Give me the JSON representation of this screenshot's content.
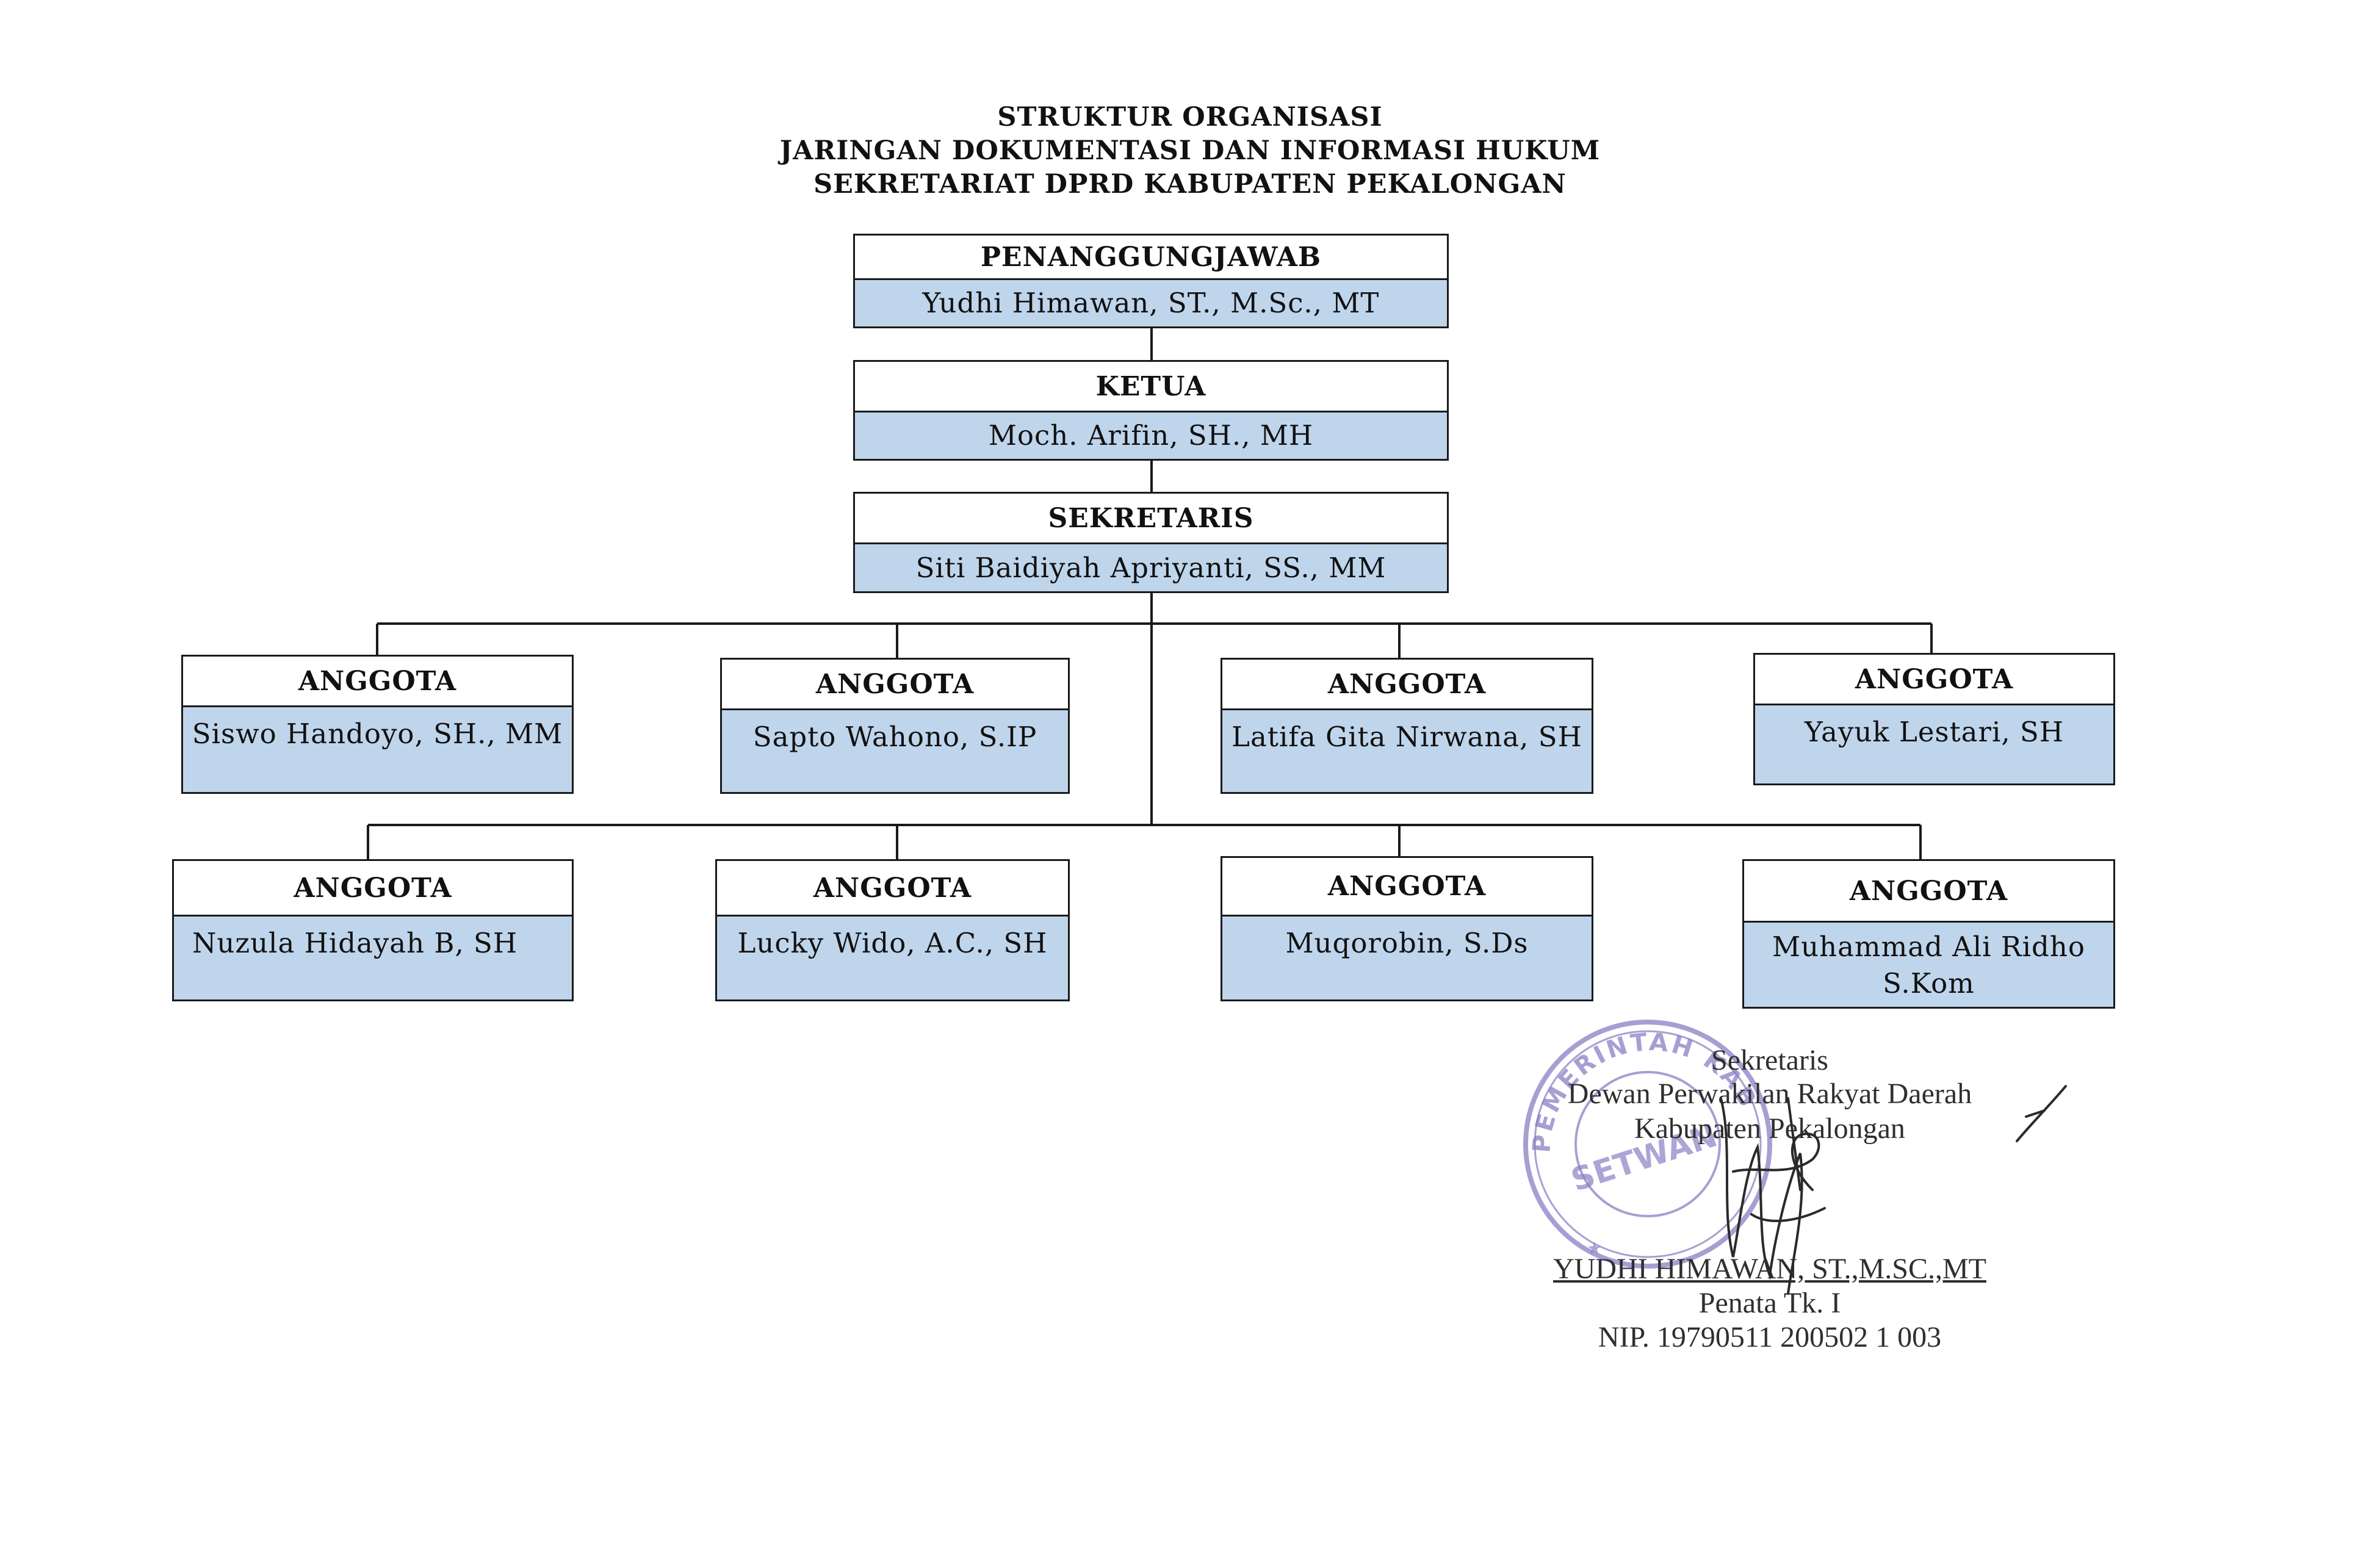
{
  "title": {
    "line1": "STRUKTUR ORGANISASI",
    "line2": "JARINGAN DOKUMENTASI DAN INFORMASI HUKUM",
    "line3": "SEKRETARIAT DPRD KABUPATEN PEKALONGAN"
  },
  "top_chain": [
    {
      "role": "PENANGGUNGJAWAB",
      "name": "Yudhi Himawan, ST., M.Sc., MT"
    },
    {
      "role": "KETUA",
      "name": "Moch. Arifin, SH., MH"
    },
    {
      "role": "SEKRETARIS",
      "name": "Siti Baidiyah Apriyanti, SS., MM"
    }
  ],
  "members_row1": [
    {
      "role": "ANGGOTA",
      "name": "Siswo Handoyo, SH., MM"
    },
    {
      "role": "ANGGOTA",
      "name": "Sapto Wahono, S.IP"
    },
    {
      "role": "ANGGOTA",
      "name": "Latifa Gita Nirwana, SH"
    },
    {
      "role": "ANGGOTA",
      "name": "Yayuk Lestari, SH"
    }
  ],
  "members_row2": [
    {
      "role": "ANGGOTA",
      "name": "Nuzula Hidayah B, SH"
    },
    {
      "role": "ANGGOTA",
      "name": "Lucky Wido, A.C., SH"
    },
    {
      "role": "ANGGOTA",
      "name": "Muqorobin, S.Ds"
    },
    {
      "role": "ANGGOTA",
      "name_line1": "Muhammad Ali Ridho",
      "name_line2": "S.Kom"
    }
  ],
  "signature_block": {
    "position": "Sekretaris",
    "institution": "Dewan Perwakilan Rakyat Daerah",
    "region": "Kabupaten Pekalongan",
    "signer": "YUDHI HIMAWAN, ST.,M.SC.,MT",
    "rank": "Penata Tk. I",
    "nip": "NIP. 19790511 200502 1 003"
  },
  "stamp": {
    "text_top": "PEMERINTAH KABUPATEN",
    "text_center": "SETWAN",
    "color": "#8a7fc4"
  },
  "colors": {
    "box_fill": "#bfd5eb",
    "border": "#1a1a1a"
  }
}
